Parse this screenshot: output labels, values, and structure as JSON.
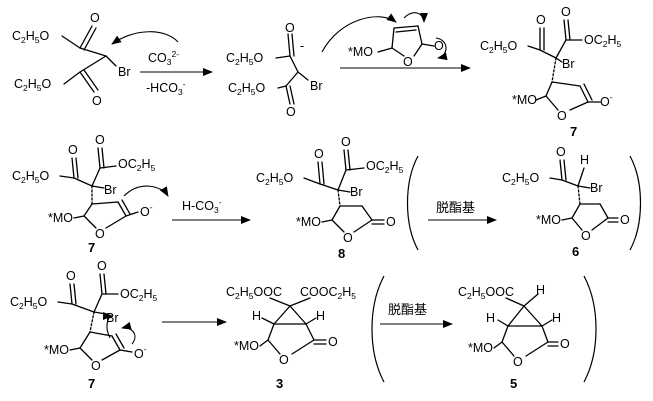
{
  "fragments": {
    "ester_et": "C2H5O",
    "ester_et_right": "OC2H5",
    "ester_full": "C2H5OOC",
    "ester_full_right": "COOC2H5",
    "bromo": "Br",
    "methoxy_like": "*MO",
    "oxygen": "O",
    "oxyanion": "O-",
    "hydrogen": "H",
    "carbonate": "CO3 2-",
    "bicarbonate_loss": "-HCO3-",
    "bicarbonate_proton": "H-CO3-"
  },
  "conditions": {
    "decarboxylation": "脱酯基"
  },
  "compounds": {
    "c7": "7",
    "c8": "8",
    "c6": "6",
    "c3": "3",
    "c5": "5"
  }
}
